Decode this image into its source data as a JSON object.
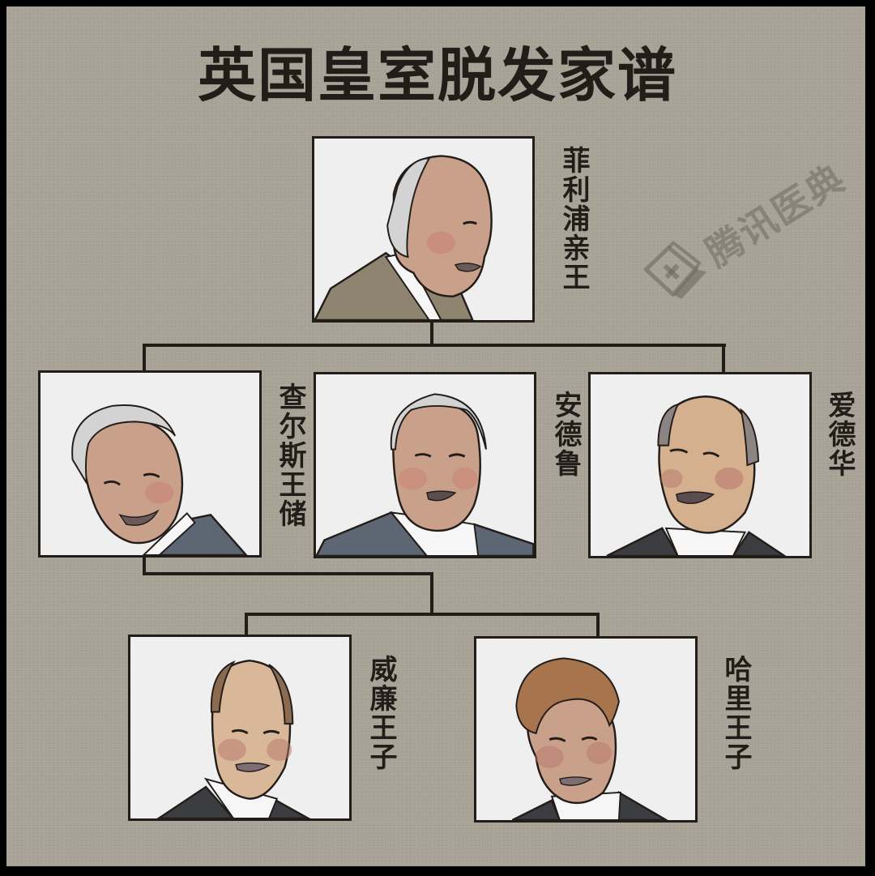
{
  "title": "英国皇室脱发家谱",
  "watermark": {
    "text": "腾讯医典",
    "icon": "medical-book-logo-icon"
  },
  "colors": {
    "background": "#a8a296",
    "frame": "#000000",
    "ink": "#231d1a",
    "portrait_bg": "#efeff0",
    "suit_blue": "#5d6673",
    "suit_dark": "#3b3d40",
    "coat_tan": "#8e8470",
    "skin": "#c9a089",
    "hair_gray": "#cfcfd0",
    "hair_brown": "#8b6a4f",
    "hair_ginger": "#a8744d"
  },
  "family_tree": {
    "generation_1": [
      {
        "id": "philip",
        "name": "菲利浦亲王",
        "hair": "balding-gray"
      }
    ],
    "generation_2": [
      {
        "id": "charles",
        "name": "查尔斯王储",
        "hair": "gray"
      },
      {
        "id": "andrew",
        "name": "安德鲁",
        "hair": "gray"
      },
      {
        "id": "edward",
        "name": "爱德华",
        "hair": "balding"
      }
    ],
    "generation_3": [
      {
        "id": "william",
        "name": "威廉王子",
        "hair": "balding"
      },
      {
        "id": "harry",
        "name": "哈里王子",
        "hair": "full-ginger"
      }
    ]
  }
}
